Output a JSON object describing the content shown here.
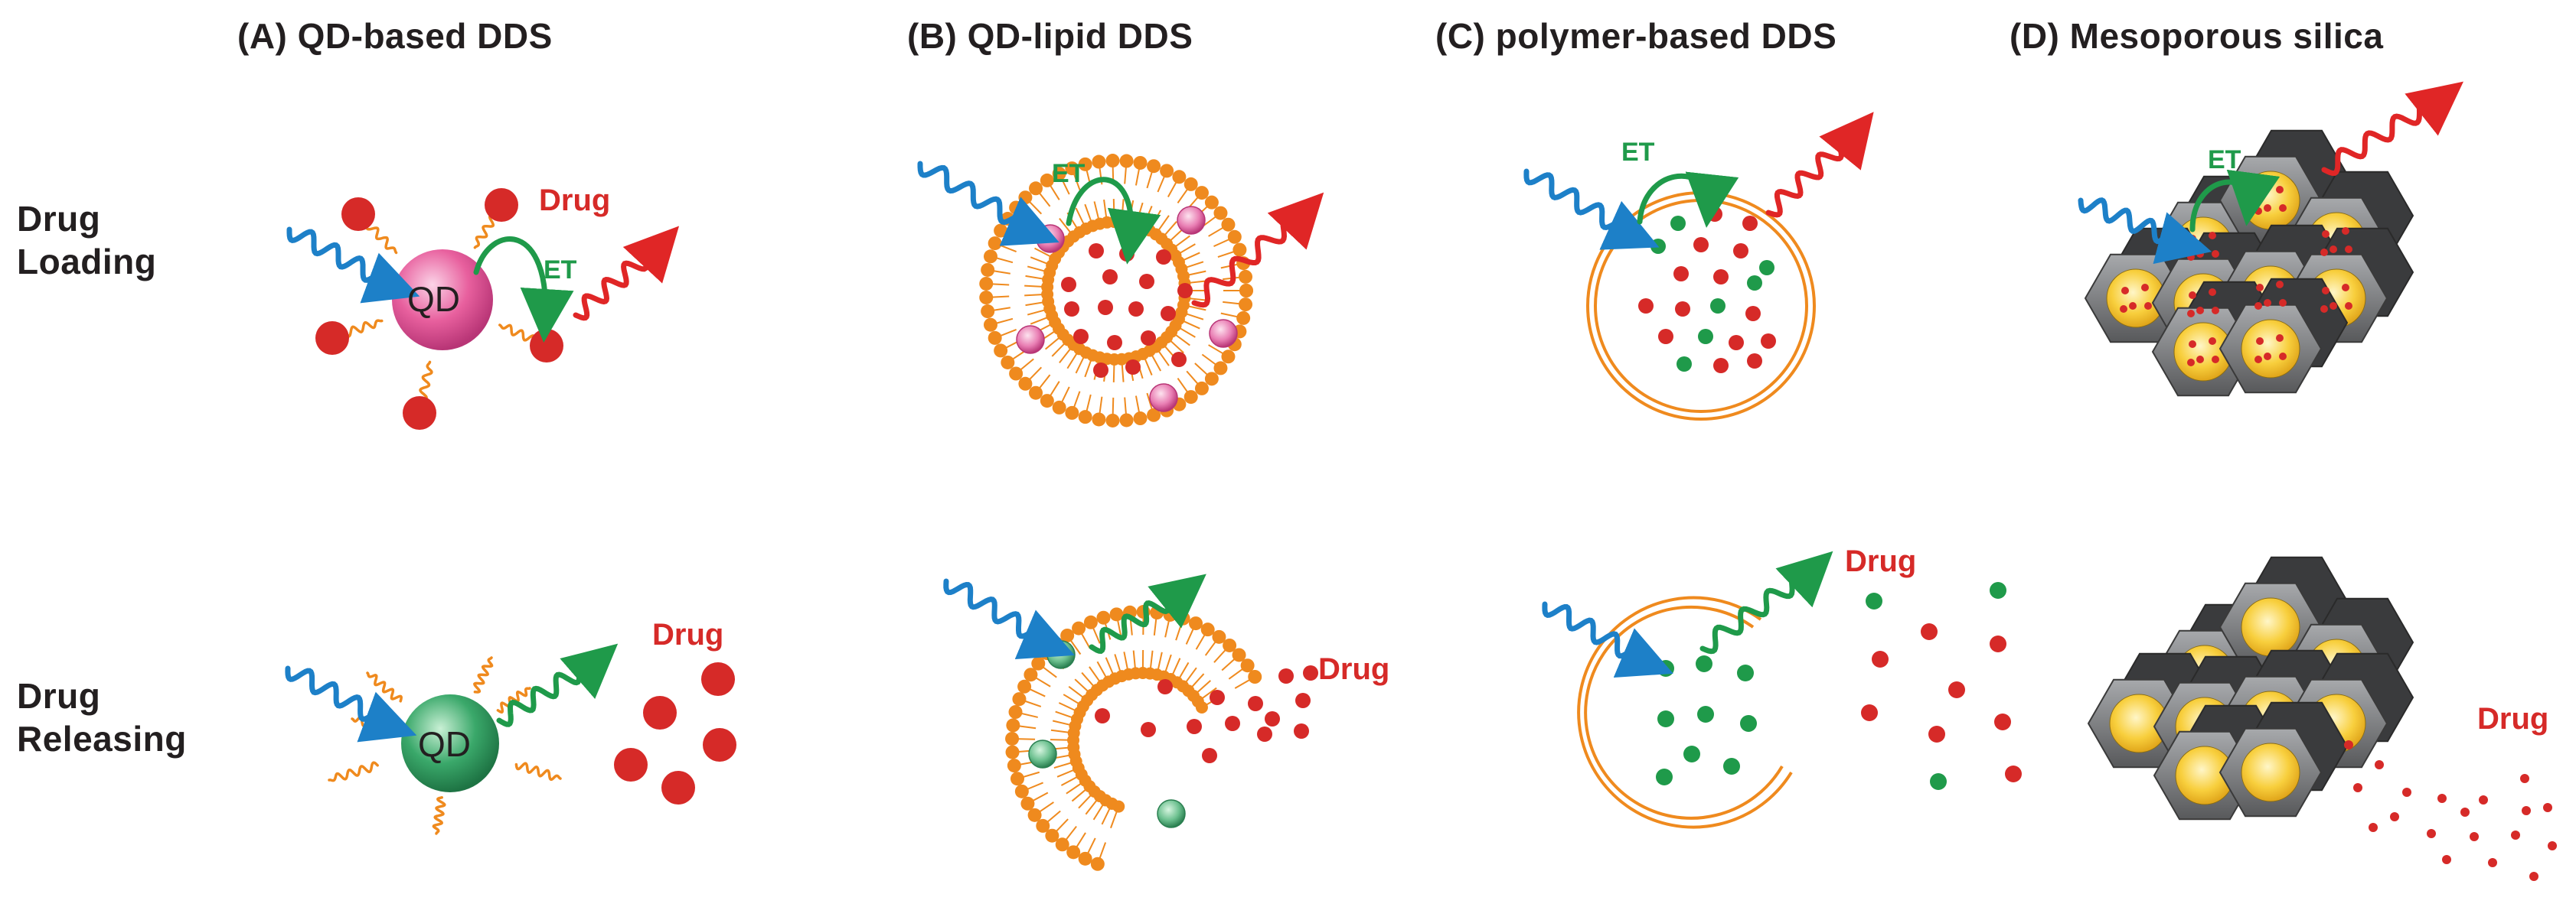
{
  "panels": [
    {
      "id": "A",
      "title": "(A) QD-based DDS"
    },
    {
      "id": "B",
      "title": "(B) QD-lipid DDS"
    },
    {
      "id": "C",
      "title": "(C) polymer-based DDS"
    },
    {
      "id": "D",
      "title": "(D) Mesoporous silica"
    }
  ],
  "rows": {
    "loading": [
      "Drug",
      "Loading"
    ],
    "releasing": [
      "Drug",
      "Releasing"
    ]
  },
  "labels": {
    "drug": "Drug",
    "et": "ET",
    "qd": "QD"
  },
  "colors": {
    "drug_red": "#d62a28",
    "released_green": "#1f9a4a",
    "lipid_orange": "#ef8a1e",
    "excitation_blue": "#1d80c8",
    "emission_red": "#e02626",
    "et_green": "#1f9a4a",
    "qd_pink": "#e8609e",
    "qd_green": "#3aa86a",
    "silica_gray": "#6d6e71",
    "pore_yellow": "#f8cf3d"
  }
}
